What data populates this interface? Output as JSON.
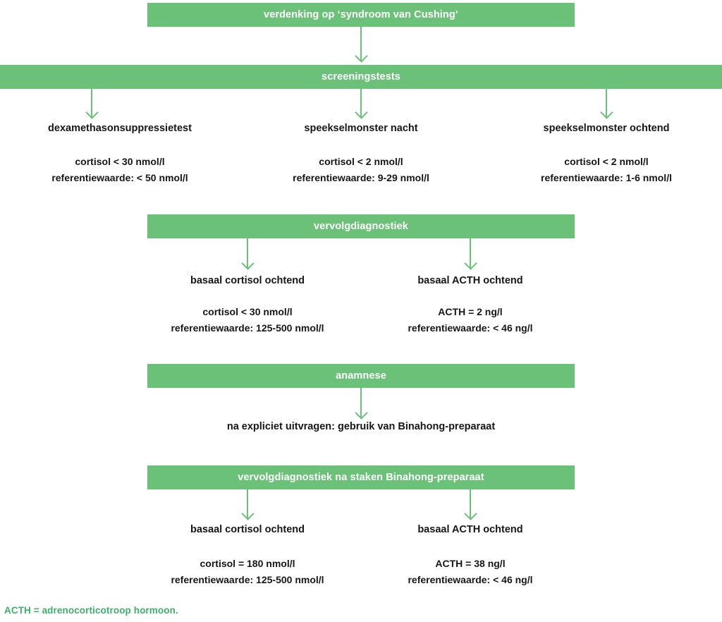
{
  "diagram": {
    "title": "verdenking op ‘syndroom van Cushing’",
    "accent_color": "#6cc179",
    "footnote_color": "#3fae6a",
    "text_color": "#161616",
    "bar_text_color": "#ffffff",
    "background_color": "#ffffff"
  },
  "bars": {
    "start": "verdenking op ‘syndroom van Cushing’",
    "screening": "screeningstests",
    "followup": "vervolgdiagnostiek",
    "history": "anamnese",
    "followup_after_stop": "vervolgdiagnostiek na staken Binahong-preparaat"
  },
  "screening_tests": [
    {
      "title": "dexamethasonsuppressietest",
      "result": "cortisol < 30 nmol/l",
      "reference": "referentiewaarde: < 50 nmol/l"
    },
    {
      "title": "speekselmonster nacht",
      "result": "cortisol < 2 nmol/l",
      "reference": "referentiewaarde: 9-29 nmol/l"
    },
    {
      "title": "speekselmonster ochtend",
      "result": "cortisol < 2 nmol/l",
      "reference": "referentiewaarde: 1-6 nmol/l"
    }
  ],
  "followup_tests": [
    {
      "title": "basaal cortisol ochtend",
      "result": "cortisol < 30 nmol/l",
      "reference": "referentiewaarde: 125-500 nmol/l"
    },
    {
      "title": "basaal ACTH ochtend",
      "result": "ACTH = 2 ng/l",
      "reference": "referentiewaarde: < 46 ng/l"
    }
  ],
  "history_finding": "na expliciet uitvragen: gebruik van Binahong-preparaat",
  "followup_after_stop_tests": [
    {
      "title": "basaal cortisol ochtend",
      "result": "cortisol = 180 nmol/l",
      "reference": "referentiewaarde: 125-500 nmol/l"
    },
    {
      "title": "basaal ACTH ochtend",
      "result": "ACTH = 38 ng/l",
      "reference": "referentiewaarde: < 46 ng/l"
    }
  ],
  "footnote": "ACTH = adrenocorticotroop hormoon."
}
